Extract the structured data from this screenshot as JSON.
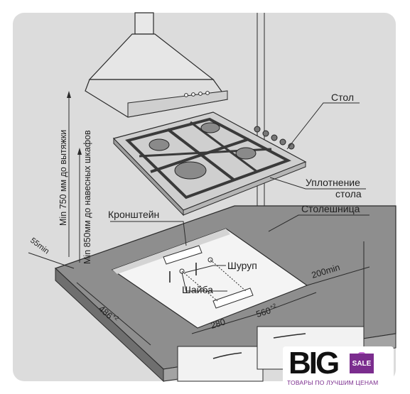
{
  "labels": {
    "table": "Стол",
    "seal_line1": "Уплотнение",
    "seal_line2": "стола",
    "countertop": "Столешница",
    "bracket": "Кронштейн",
    "screw": "Шуруп",
    "washer": "Шайба",
    "min_hood": "Min 750 мм до вытяжки",
    "min_cabinets": "Min 850мм до навесных шкафов"
  },
  "dimensions": {
    "side_min": "55min",
    "depth": "486",
    "depth_tol": "+2",
    "half_width": "280",
    "width": "560",
    "width_tol": "+2",
    "rear_min": "200min"
  },
  "badge": {
    "brand": "BIG",
    "sale": "SALE",
    "tagline": "ТОВАРЫ ПО ЛУЧШИМ ЦЕНАМ"
  },
  "colors": {
    "wall": "#dcdcdc",
    "countertop": "#8e8e8e",
    "cutout": "#f4f4f4",
    "hob_steel": "#cfcfcf",
    "grate": "#3a3a3a",
    "brand_purple": "#7b2d8e"
  }
}
